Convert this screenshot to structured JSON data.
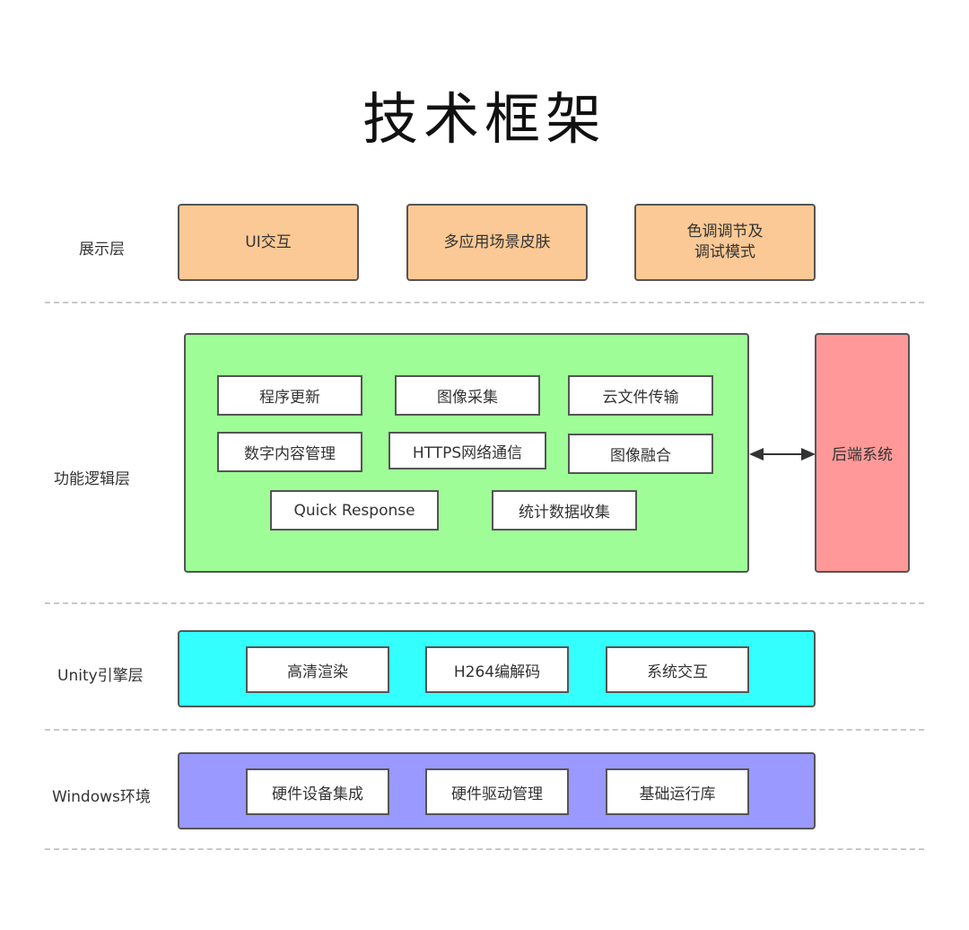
{
  "title": "技术框架",
  "layers": {
    "presentation": {
      "label": "展示层",
      "boxes": [
        "UI交互",
        "多应用场景皮肤",
        "色调调节及\n调试模式"
      ]
    },
    "logic": {
      "label": "功能逻辑层",
      "modules": [
        "程序更新",
        "图像采集",
        "云文件传输",
        "数字内容管理",
        "HTTPS网络通信",
        "图像融合",
        "Quick Response",
        "统计数据收集"
      ],
      "backend": "后端系统"
    },
    "unity": {
      "label": "Unity引擎层",
      "modules": [
        "高清渲染",
        "H264编解码",
        "系统交互"
      ]
    },
    "windows": {
      "label": "Windows环境",
      "modules": [
        "硬件设备集成",
        "硬件驱动管理",
        "基础运行库"
      ]
    }
  },
  "colors": {
    "presentation": "#fbc995",
    "logic": "#9ffd97",
    "backend": "#ff9999",
    "unity": "#33ffff",
    "windows": "#9999ff"
  }
}
